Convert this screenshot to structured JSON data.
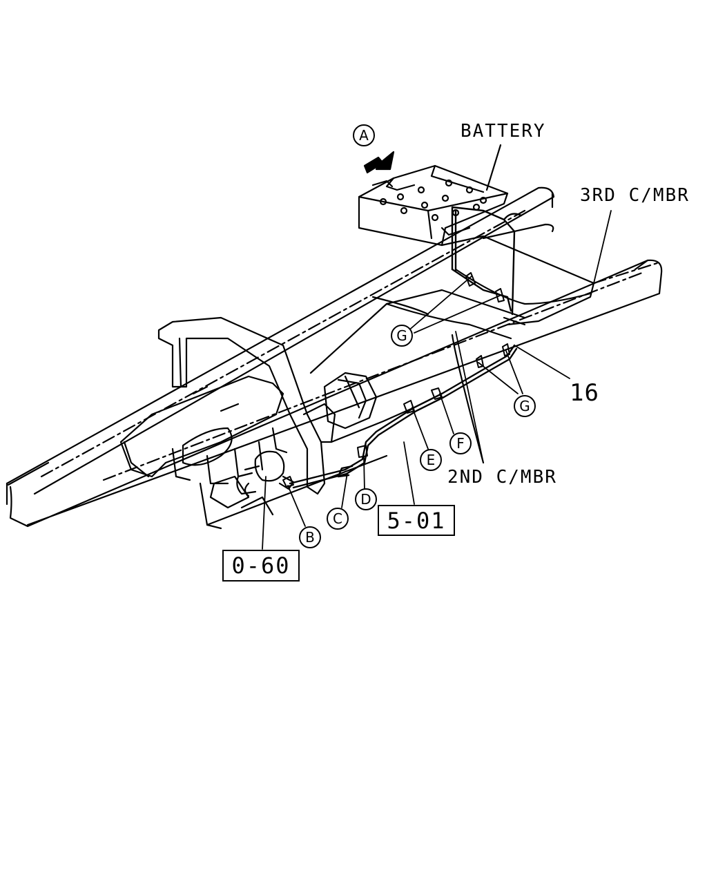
{
  "labels": {
    "battery": "BATTERY",
    "third_cross_member": "3RD C/MBR",
    "second_cross_member": "2ND C/MBR",
    "part_number": "16"
  },
  "callouts": {
    "a": "A",
    "b": "B",
    "c": "C",
    "d": "D",
    "e": "E",
    "f": "F",
    "g_upper": "G",
    "g_lower": "G"
  },
  "references": {
    "ref_0_60": "0-60",
    "ref_5_01": "5-01"
  }
}
